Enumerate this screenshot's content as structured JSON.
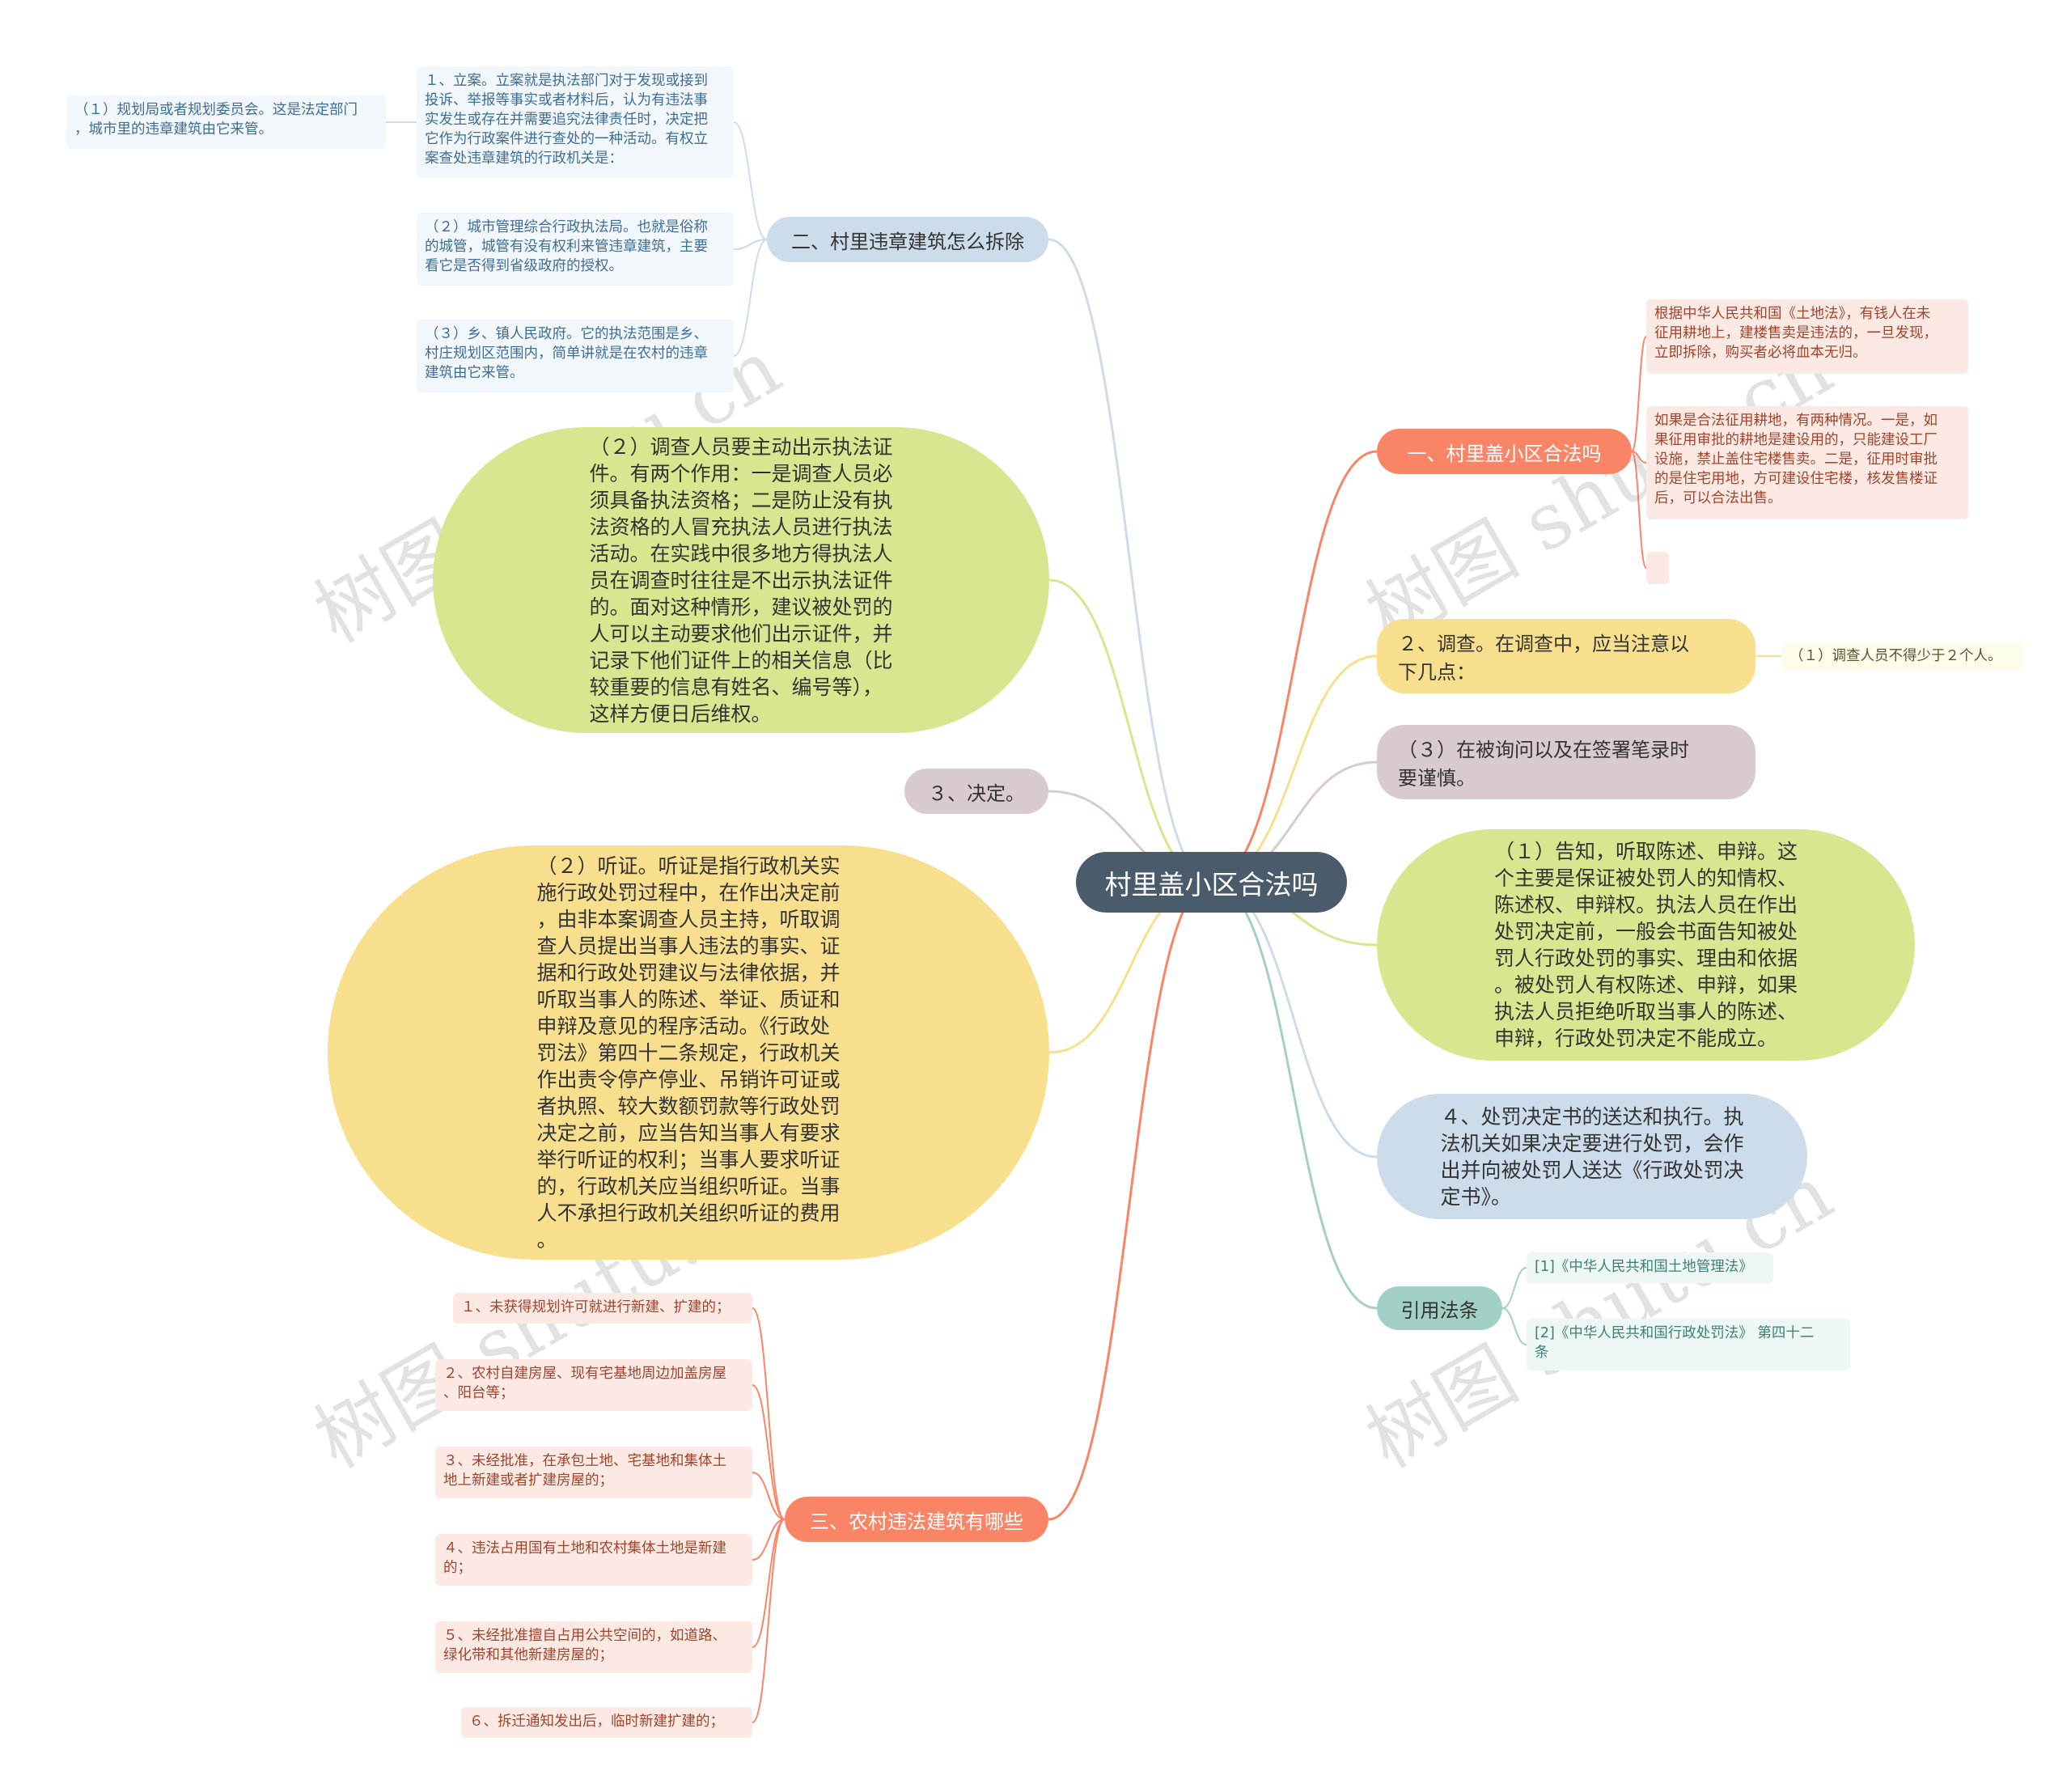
{
  "center": "村里盖小区合法吗",
  "colors": {
    "center": "#4a5b6b",
    "blue": "#ccdcea",
    "salmon": "#fa8566",
    "yellow": "#f7df8e",
    "mauve": "#d9c9d1",
    "green": "#d8e68f",
    "teal": "#a3d0c6"
  },
  "branches": {
    "b_right1": {
      "label": "一、村里盖小区合法吗"
    },
    "b_right2": {
      "label": "２、调查。在调查中，应当注意以\n下几点："
    },
    "b_right3": {
      "label": "（３）在被询问以及在签署笔录时\n要谨慎。"
    },
    "b_right4": {
      "label": "（１）告知，听取陈述、申辩。这\n个主要是保证被处罚人的知情权、\n陈述权、申辩权。执法人员在作出\n处罚决定前，一般会书面告知被处\n罚人行政处罚的事实、理由和依据\n。被处罚人有权陈述、申辩，如果\n执法人员拒绝听取当事人的陈述、\n申辩，行政处罚决定不能成立。"
    },
    "b_right5": {
      "label": "４、处罚决定书的送达和执行。执\n法机关如果决定要进行处罚，会作\n出并向被处罚人送达《行政处罚决\n定书》。"
    },
    "b_right6": {
      "label": "引用法条"
    },
    "b_left1": {
      "label": "二、村里违章建筑怎么拆除"
    },
    "b_left2": {
      "label": "（２）调查人员要主动出示执法证\n件。有两个作用：一是调查人员必\n须具备执法资格；二是防止没有执\n法资格的人冒充执法人员进行执法\n活动。在实践中很多地方得执法人\n员在调查时往往是不出示执法证件\n的。面对这种情形，建议被处罚的\n人可以主动要求他们出示证件，并\n记录下他们证件上的相关信息（比\n较重要的信息有姓名、编号等），\n这样方便日后维权。"
    },
    "b_left3": {
      "label": "３、决定。"
    },
    "b_left4": {
      "label": "（２）听证。听证是指行政机关实\n施行政处罚过程中，在作出决定前\n，由非本案调查人员主持，听取调\n查人员提出当事人违法的事实、证\n据和行政处罚建议与法律依据，并\n听取当事人的陈述、举证、质证和\n申辩及意见的程序活动。《行政处\n罚法》第四十二条规定，行政机关\n作出责令停产停业、吊销许可证或\n者执照、较大数额罚款等行政处罚\n决定之前，应当告知当事人有要求\n举行听证的权利；当事人要求听证\n的，行政机关应当组织听证。当事\n人不承担行政机关组织听证的费用\n。"
    },
    "b_left5": {
      "label": "三、农村违法建筑有哪些"
    }
  },
  "leaves": {
    "l_r1_1": "根据中华人民共和国《土地法》，有钱人在未\n征用耕地上，建楼售卖是违法的，一旦发现，\n立即拆除，购买者必将血本无归。",
    "l_r1_2": "如果是合法征用耕地，有两种情况。一是，如\n果征用审批的耕地是建设用的，只能建设工厂\n设施，禁止盖住宅楼售卖。二是，征用时审批\n的是住宅用地，方可建设住宅楼，核发售楼证\n后，可以合法出售。",
    "l_r2_1": "（１）调查人员不得少于２个人。",
    "l_r6_1": "[1]《中华人民共和国土地管理法》",
    "l_r6_2": "[2]《中华人民共和国行政处罚法》 第四十二\n条",
    "l_l1_1": "１、立案。立案就是执法部门对于发现或接到\n投诉、举报等事实或者材料后，认为有违法事\n实发生或存在并需要追究法律责任时，决定把\n它作为行政案件进行查处的一种活动。有权立\n案查处违章建筑的行政机关是：",
    "l_l1_1a": "（１）规划局或者规划委员会。这是法定部门\n，城市里的违章建筑由它来管。",
    "l_l1_2": "（２）城市管理综合行政执法局。也就是俗称\n的城管，城管有没有权利来管违章建筑，主要\n看它是否得到省级政府的授权。",
    "l_l1_3": "（３）乡、镇人民政府。它的执法范围是乡、\n村庄规划区范围内，简单讲就是在农村的违章\n建筑由它来管。",
    "l_l5_1": "１、未获得规划许可就进行新建、扩建的；",
    "l_l5_2": "２、农村自建房屋、现有宅基地周边加盖房屋\n、阳台等；",
    "l_l5_3": "３、未经批准，在承包土地、宅基地和集体土\n地上新建或者扩建房屋的；",
    "l_l5_4": "４、违法占用国有土地和农村集体土地是新建\n的；",
    "l_l5_5": "５、未经批准擅自占用公共空间的，如道路、\n绿化带和其他新建房屋的；",
    "l_l5_6": "６、拆迁通知发出后，临时新建扩建的；"
  },
  "watermarks": [
    "树图 shutu.cn",
    "树图 shutu.cn",
    "树图 shutu.cn",
    "树图 shutu.cn"
  ]
}
